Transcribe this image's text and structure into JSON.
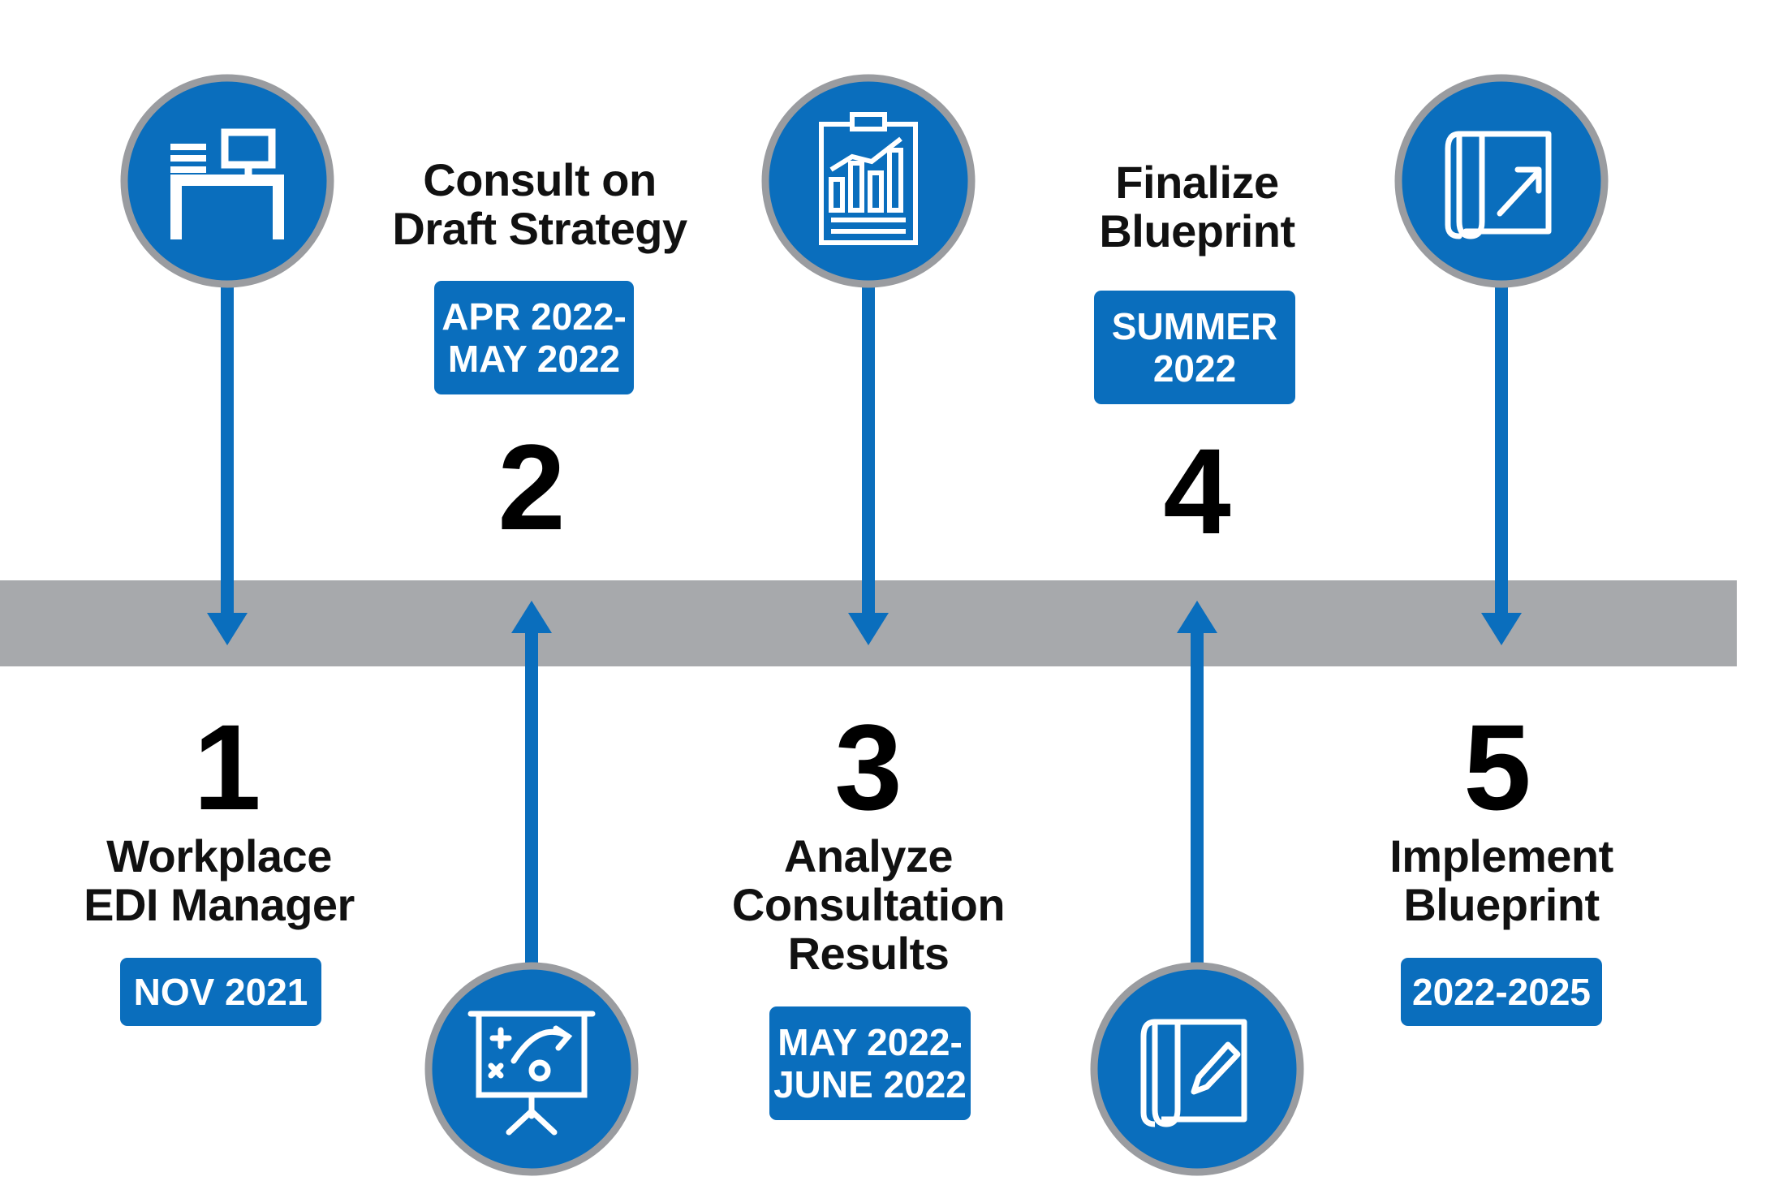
{
  "colors": {
    "brand_blue": "#0a6ebd",
    "timeline_gray": "#a7a9ac",
    "ring_gray": "#9a9ca0"
  },
  "steps": [
    {
      "number": "1",
      "title_lines": [
        "Workplace",
        "EDI Manager"
      ],
      "date_lines": [
        "NOV 2021"
      ],
      "icon": "desk-computer-icon"
    },
    {
      "number": "2",
      "title_lines": [
        "Consult on",
        "Draft Strategy"
      ],
      "date_lines": [
        "APR 2022-",
        "MAY 2022"
      ],
      "icon": "presentation-board-icon"
    },
    {
      "number": "3",
      "title_lines": [
        "Analyze",
        "Consultation",
        "Results"
      ],
      "date_lines": [
        "MAY 2022-",
        "JUNE 2022"
      ],
      "icon": "clipboard-chart-icon"
    },
    {
      "number": "4",
      "title_lines": [
        "Finalize",
        "Blueprint"
      ],
      "date_lines": [
        "SUMMER",
        "2022"
      ],
      "icon": "blueprint-edit-icon"
    },
    {
      "number": "5",
      "title_lines": [
        "Implement",
        "Blueprint"
      ],
      "date_lines": [
        "2022-2025"
      ],
      "icon": "blueprint-launch-icon"
    }
  ]
}
